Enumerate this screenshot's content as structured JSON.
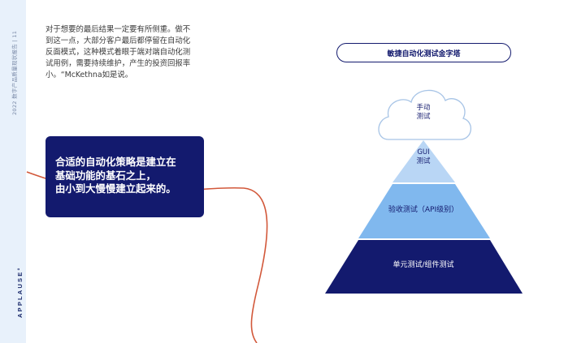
{
  "sidebar": {
    "report_title": "2022 数字产品质量现状报告",
    "page_number": "11",
    "brand": "APPLAUSE°"
  },
  "intro": {
    "lines": [
      "对于想要的最后结果一定要有所侧重。做不",
      "到这一点，大部分客户最后都停留在自动化",
      "反面模式，这种模式着眼于端对端自动化测",
      "试用例，需要持续维护，产生的投资回报率",
      "小。“McKethna如是说。"
    ]
  },
  "quote": {
    "lines": [
      "合适的自动化策略是建立在",
      "基础功能的基石之上，",
      "由小到大慢慢建立起来的。"
    ]
  },
  "diagram": {
    "title": "敏捷自动化测试金字塔",
    "tiers": [
      {
        "label_lines": [
          "手动",
          "测试"
        ]
      },
      {
        "label_lines": [
          "GUI",
          "测试"
        ]
      },
      {
        "label_lines": [
          "验收测试（API级别）"
        ]
      },
      {
        "label_lines": [
          "单元测试/组件测试"
        ]
      }
    ],
    "colors": {
      "cloud_fill": "#ffffff",
      "cloud_stroke": "#a7c4e6",
      "gui": "#b9d6f5",
      "api": "#80b8ee",
      "unit": "#131a6e"
    }
  },
  "colors": {
    "navy": "#131a6e",
    "accent_line": "#d2583a",
    "sidebar_bg": "#e8f1fb"
  }
}
